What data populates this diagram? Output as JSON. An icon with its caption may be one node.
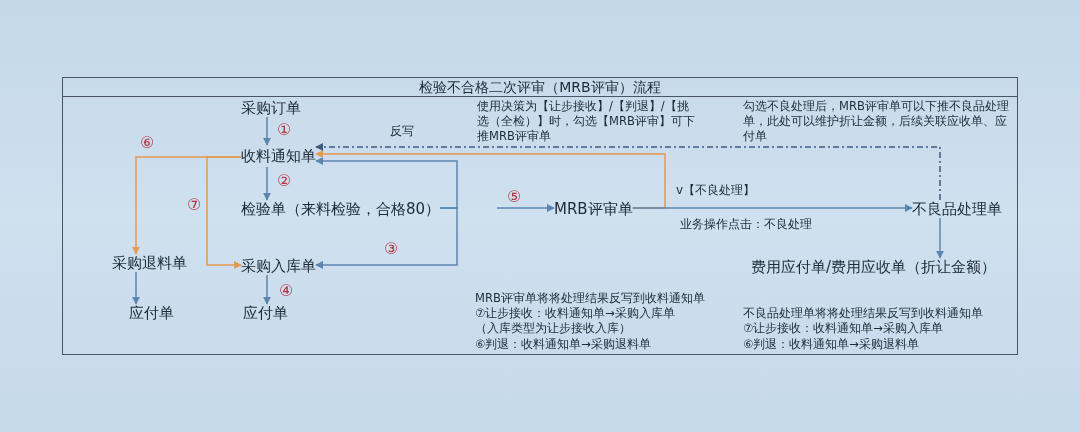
{
  "diagram": {
    "title": "检验不合格二次评审（MRB评审）流程",
    "nodes": [
      {
        "text": [],
        "shape": "box"
      },
      {
        "text": [
          "采购订单"
        ],
        "in": 0
      },
      {
        "text": [
          "收料通知单"
        ],
        "in": 0
      },
      {
        "text": [
          "检验单（来料检验，合格80）"
        ],
        "in": 0
      },
      {
        "text": [
          "采购入库单"
        ],
        "in": 0
      },
      {
        "text": [
          "应付单"
        ],
        "in": 0
      },
      {
        "text": [
          "采购退料单"
        ],
        "in": 0
      },
      {
        "text": [
          "应付单"
        ],
        "in": 0
      },
      {
        "text": [
          "MRB评审单"
        ],
        "in": 0
      },
      {
        "text": [
          "不良品处理单"
        ],
        "in": 0
      },
      {
        "text": [
          "费用应付单/费用应收单（折让金额）"
        ],
        "in": 0
      }
    ],
    "edges": [
      {
        "from": 1,
        "to": 2,
        "arrow": "to",
        "label": "①"
      },
      {
        "from": 2,
        "to": 3,
        "arrow": "to",
        "label": "②"
      },
      {
        "from": 3,
        "to": 2,
        "arrow": "to"
      },
      {
        "from": 3,
        "to": 4,
        "arrow": "to",
        "label": "③"
      },
      {
        "from": null,
        "to": 8,
        "arrow": "to",
        "label": "⑤"
      },
      {
        "from": 8,
        "to": 2,
        "arrow": "to",
        "color": "#e39b52"
      },
      {
        "from": 9,
        "to": 2,
        "arrow": "to",
        "style": "dashed",
        "color": "#3d5a80",
        "label": "反写"
      },
      {
        "from": 2,
        "to": 6,
        "arrow": "to",
        "color": "#e39b52",
        "label": "⑥"
      },
      {
        "from": 2,
        "to": 4,
        "arrow": "to",
        "color": "#e39b52",
        "label": "⑦"
      },
      {
        "from": 6,
        "to": 7,
        "arrow": "to"
      },
      {
        "from": 4,
        "to": 5,
        "arrow": "to",
        "label": "④"
      },
      {
        "from": 8,
        "to": 9,
        "arrow": "to",
        "label": "v【不良处理】"
      },
      {
        "from": 9,
        "to": 10,
        "arrow": "to"
      }
    ],
    "labels": [
      "使用决策为【让步接收】/【判退】/【挑选（全检）】时，勾选【MRB评审】可下推MRB评审单",
      "勾选不良处理后，MRB评审单可以下推不良品处理单，此处可以维护折让金额，后续关联应收单、应付单",
      "业务操作点击：不良处理",
      "MRB评审单将将处理结果反写到收料通知单",
      "⑦让步接收：收料通知单→采购入库单",
      "（入库类型为让步接收入库）",
      "⑥判退：收料通知单→采购退料单",
      "不良品处理单将将处理结果反写到收料通知单",
      "⑦让步接收：收料通知单→采购入库单",
      "⑥判退：收料通知单→采购退料单"
    ]
  }
}
